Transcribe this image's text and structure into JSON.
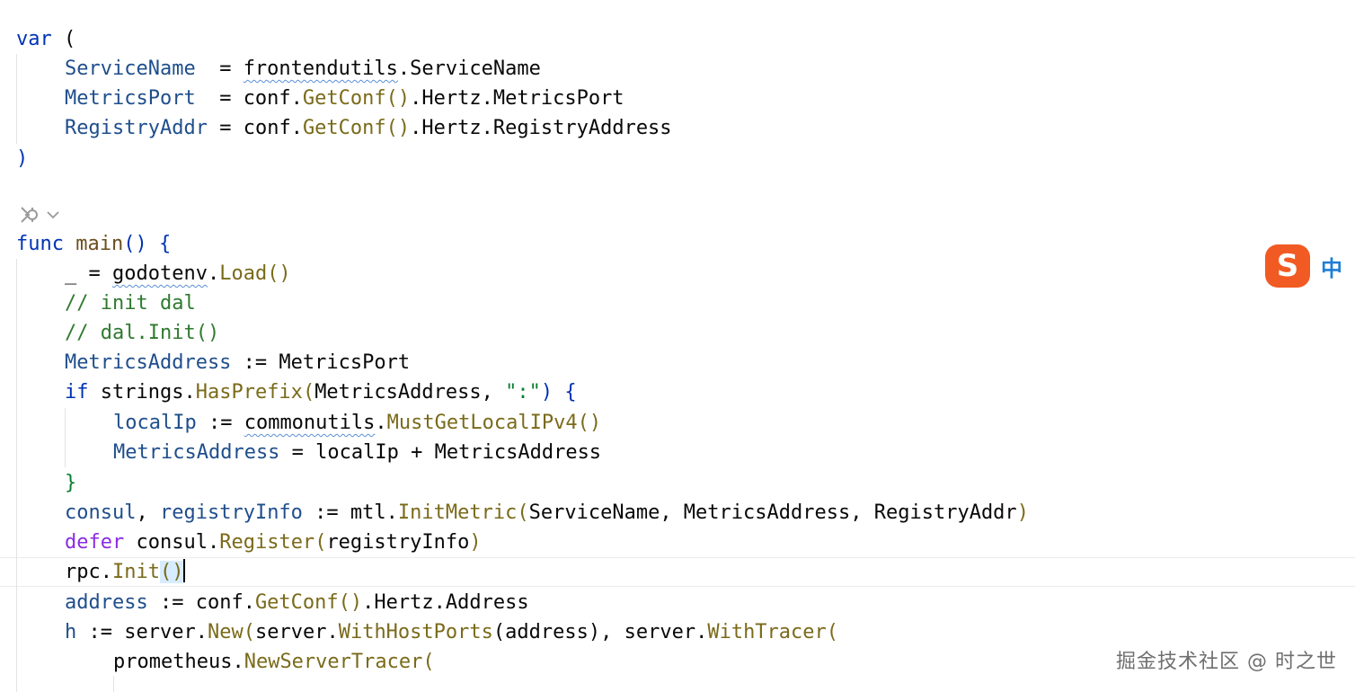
{
  "code": {
    "l1": {
      "kw": "var",
      "rest": " ("
    },
    "l2": {
      "name": "ServiceName",
      "pad": "  = ",
      "pkg": "frontendutils",
      "dot": ".",
      "field": "ServiceName"
    },
    "l3": {
      "name": "MetricsPort",
      "pad": "  = ",
      "pkg": "conf",
      "dot1": ".",
      "fn": "GetConf",
      "paren": "()",
      "tail": ".Hertz.MetricsPort"
    },
    "l4": {
      "name": "RegistryAddr",
      "pad": " = ",
      "pkg": "conf",
      "dot1": ".",
      "fn": "GetConf",
      "paren": "()",
      "tail": ".Hertz.RegistryAddress"
    },
    "l5": {
      "close": ")"
    },
    "l7": {
      "kw": "func",
      "sp": " ",
      "fn": "main",
      "rest": "() {"
    },
    "l8": {
      "pre": "_ = ",
      "pkg": "godotenv",
      "dot": ".",
      "fn": "Load",
      "paren": "()"
    },
    "l9": {
      "comment": "// init dal"
    },
    "l10": {
      "comment": "// dal.Init()"
    },
    "l11": {
      "var": "MetricsAddress",
      "op": " := ",
      "val": "MetricsPort"
    },
    "l12": {
      "kw": "if",
      "sp": " ",
      "pkg": "strings",
      "dot": ".",
      "fn": "HasPrefix",
      "open": "(",
      "arg": "MetricsAddress, ",
      "str": "\":\"",
      "close": ") {"
    },
    "l13": {
      "var": "localIp",
      "op": " := ",
      "pkg": "commonutils",
      "dot": ".",
      "fn": "MustGetLocalIPv4",
      "paren": "()"
    },
    "l14": {
      "var": "MetricsAddress",
      "rest": " = localIp + MetricsAddress"
    },
    "l15": {
      "close": "}"
    },
    "l16": {
      "v1": "consul",
      "comma": ", ",
      "v2": "registryInfo",
      "op": " := ",
      "pkg": "mtl",
      "dot": ".",
      "fn": "InitMetric",
      "open": "(",
      "args": "ServiceName, MetricsAddress, RegistryAddr",
      "close": ")"
    },
    "l17": {
      "kw": "defer",
      "sp": " ",
      "pkg": "consul",
      "dot": ".",
      "fn": "Register",
      "open": "(",
      "args": "registryInfo",
      "close": ")"
    },
    "l18": {
      "pkg": "rpc",
      "dot": ".",
      "fn": "Init",
      "paren": "()"
    },
    "l19": {
      "var": "address",
      "op": " := ",
      "pkg": "conf",
      "dot": ".",
      "fn": "GetConf",
      "paren": "()",
      "tail": ".Hertz.Address"
    },
    "l20": {
      "var": "h",
      "op": " := ",
      "pkg": "server",
      "dot": ".",
      "fn": "New",
      "open": "(",
      "pkg2": "server",
      "dot2": ".",
      "fn2": "WithHostPorts",
      "args2": "(address), ",
      "pkg3": "server",
      "dot3": ".",
      "fn3": "WithTracer",
      "open3": "("
    },
    "l21": {
      "pkg": "prometheus",
      "dot": ".",
      "fn": "NewServerTracer",
      "open": "("
    }
  },
  "gutter": {
    "icon": "run-config-icon",
    "chevron": "chevron-down-icon"
  },
  "ime": {
    "logo": "S",
    "mode": "中"
  },
  "watermark": "掘金技术社区 @ 时之世",
  "colors": {
    "keyword": "#0033b3",
    "function": "#7a6a1a",
    "comment": "#2f7a2f",
    "ime_logo": "#f15a22",
    "ime_mode": "#1e7fd6"
  }
}
